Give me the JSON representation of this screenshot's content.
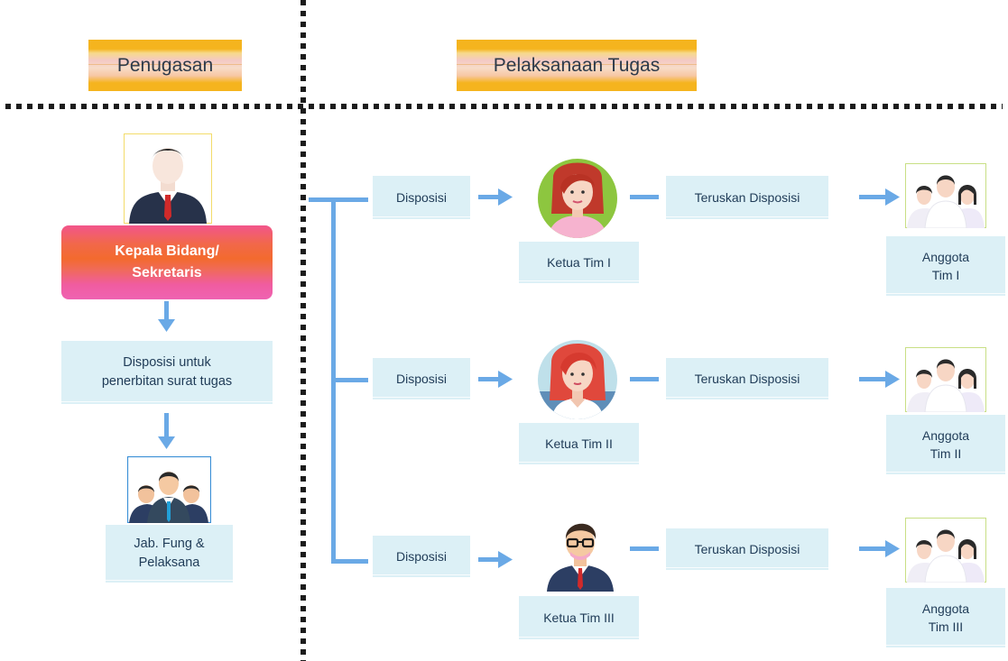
{
  "headers": {
    "left": "Penugasan",
    "right": "Pelaksanaan Tugas"
  },
  "left_column": {
    "head_label": "Kepala Bidang/\nSekretaris",
    "disposition_box": "Disposisi untuk\npenerbitan surat tugas",
    "staff_label": "Jab. Fung &\nPelaksana"
  },
  "teams": [
    {
      "disposisi": "Disposisi",
      "leader": "Ketua Tim I",
      "forward": "Teruskan Disposisi",
      "members": "Anggota\nTim I"
    },
    {
      "disposisi": "Disposisi",
      "leader": "Ketua Tim II",
      "forward": "Teruskan Disposisi",
      "members": "Anggota\nTim II"
    },
    {
      "disposisi": "Disposisi",
      "leader": "Ketua Tim III",
      "forward": "Teruskan Disposisi",
      "members": "Anggota\nTim III"
    }
  ],
  "icons": {
    "head": "businessman-icon",
    "staff": "group-icon",
    "leader1": "woman-avatar-icon",
    "leader2": "woman-redhair-avatar-icon",
    "leader3": "man-glasses-avatar-icon",
    "members": "team-members-icon"
  },
  "colors": {
    "arrow": "#6aa9e6",
    "box": "#dcf0f6",
    "header": "#f5b41e",
    "kepala": "#f36a2e"
  }
}
